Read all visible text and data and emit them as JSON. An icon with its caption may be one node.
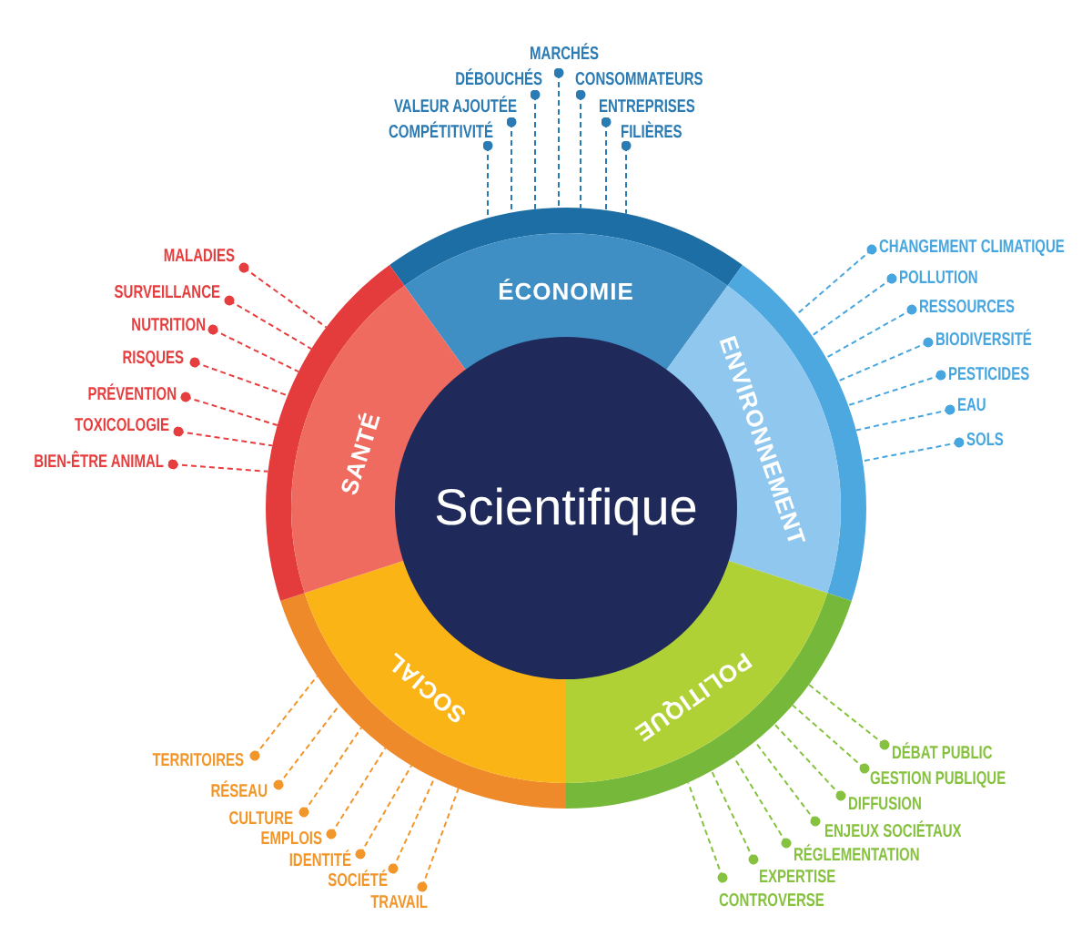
{
  "diagram": {
    "nodes": [
      {
        "text": [
          "Scientifique"
        ]
      },
      {
        "text": [
          "ÉCONOMIE"
        ]
      },
      {
        "text": [
          "ENVIRONNEMENT"
        ]
      },
      {
        "text": [
          "POLITIQUE"
        ]
      },
      {
        "text": [
          "SOCIAL"
        ]
      },
      {
        "text": [
          "SANTÉ"
        ]
      },
      {
        "text": [
          "MARCHÉS"
        ]
      },
      {
        "text": [
          "DÉBOUCHÉS"
        ]
      },
      {
        "text": [
          "CONSOMMATEURS"
        ]
      },
      {
        "text": [
          "VALEUR AJOUTÉE"
        ]
      },
      {
        "text": [
          "ENTREPRISES"
        ]
      },
      {
        "text": [
          "COMPÉTITIVITÉ"
        ]
      },
      {
        "text": [
          "FILIÈRES"
        ]
      },
      {
        "text": [
          "CHANGEMENT CLIMATIQUE"
        ]
      },
      {
        "text": [
          "POLLUTION"
        ]
      },
      {
        "text": [
          "RESSOURCES"
        ]
      },
      {
        "text": [
          "BIODIVERSITÉ"
        ]
      },
      {
        "text": [
          "PESTICIDES"
        ]
      },
      {
        "text": [
          "EAU"
        ]
      },
      {
        "text": [
          "SOLS"
        ]
      },
      {
        "text": [
          "DÉBAT PUBLIC"
        ]
      },
      {
        "text": [
          "GESTION PUBLIQUE"
        ]
      },
      {
        "text": [
          "DIFFUSION"
        ]
      },
      {
        "text": [
          "ENJEUX SOCIÉTAUX"
        ]
      },
      {
        "text": [
          "RÉGLEMENTATION"
        ]
      },
      {
        "text": [
          "EXPERTISE"
        ]
      },
      {
        "text": [
          "CONTROVERSE"
        ]
      },
      {
        "text": [
          "TERRITOIRES"
        ]
      },
      {
        "text": [
          "RÉSEAU"
        ]
      },
      {
        "text": [
          "CULTURE"
        ]
      },
      {
        "text": [
          "EMPLOIS"
        ]
      },
      {
        "text": [
          "IDENTITÉ"
        ]
      },
      {
        "text": [
          "SOCIÉTÉ"
        ]
      },
      {
        "text": [
          "TRAVAIL"
        ]
      },
      {
        "text": [
          "MALADIES"
        ]
      },
      {
        "text": [
          "SURVEILLANCE"
        ]
      },
      {
        "text": [
          "NUTRITION"
        ]
      },
      {
        "text": [
          "RISQUES"
        ]
      },
      {
        "text": [
          "PRÉVENTION"
        ]
      },
      {
        "text": [
          "TOXICOLOGIE"
        ]
      },
      {
        "text": [
          "BIEN-ÊTRE ANIMAL"
        ]
      }
    ],
    "edges": [
      {
        "from": 6,
        "to": 1,
        "arrow": "other",
        "style": "dashed",
        "color": "#2a7ab3"
      },
      {
        "from": 7,
        "to": 1,
        "arrow": "other",
        "style": "dashed",
        "color": "#2a7ab3"
      },
      {
        "from": 8,
        "to": 1,
        "arrow": "other",
        "style": "dashed",
        "color": "#2a7ab3"
      },
      {
        "from": 9,
        "to": 1,
        "arrow": "other",
        "style": "dashed",
        "color": "#2a7ab3"
      },
      {
        "from": 10,
        "to": 1,
        "arrow": "other",
        "style": "dashed",
        "color": "#2a7ab3"
      },
      {
        "from": 11,
        "to": 1,
        "arrow": "other",
        "style": "dashed",
        "color": "#2a7ab3"
      },
      {
        "from": 12,
        "to": 1,
        "arrow": "other",
        "style": "dashed",
        "color": "#2a7ab3"
      },
      {
        "from": 13,
        "to": 2,
        "arrow": "other",
        "style": "dashed",
        "color": "#47a6df"
      },
      {
        "from": 14,
        "to": 2,
        "arrow": "other",
        "style": "dashed",
        "color": "#47a6df"
      },
      {
        "from": 15,
        "to": 2,
        "arrow": "other",
        "style": "dashed",
        "color": "#47a6df"
      },
      {
        "from": 16,
        "to": 2,
        "arrow": "other",
        "style": "dashed",
        "color": "#47a6df"
      },
      {
        "from": 17,
        "to": 2,
        "arrow": "other",
        "style": "dashed",
        "color": "#47a6df"
      },
      {
        "from": 18,
        "to": 2,
        "arrow": "other",
        "style": "dashed",
        "color": "#47a6df"
      },
      {
        "from": 19,
        "to": 2,
        "arrow": "other",
        "style": "dashed",
        "color": "#47a6df"
      },
      {
        "from": 20,
        "to": 3,
        "arrow": "other",
        "style": "dashed",
        "color": "#86c23f"
      },
      {
        "from": 21,
        "to": 3,
        "arrow": "other",
        "style": "dashed",
        "color": "#86c23f"
      },
      {
        "from": 22,
        "to": 3,
        "arrow": "other",
        "style": "dashed",
        "color": "#86c23f"
      },
      {
        "from": 23,
        "to": 3,
        "arrow": "other",
        "style": "dashed",
        "color": "#86c23f"
      },
      {
        "from": 24,
        "to": 3,
        "arrow": "other",
        "style": "dashed",
        "color": "#86c23f"
      },
      {
        "from": 25,
        "to": 3,
        "arrow": "other",
        "style": "dashed",
        "color": "#86c23f"
      },
      {
        "from": 26,
        "to": 3,
        "arrow": "other",
        "style": "dashed",
        "color": "#86c23f"
      },
      {
        "from": 27,
        "to": 4,
        "arrow": "other",
        "style": "dashed",
        "color": "#f2962a"
      },
      {
        "from": 28,
        "to": 4,
        "arrow": "other",
        "style": "dashed",
        "color": "#f2962a"
      },
      {
        "from": 29,
        "to": 4,
        "arrow": "other",
        "style": "dashed",
        "color": "#f2962a"
      },
      {
        "from": 30,
        "to": 4,
        "arrow": "other",
        "style": "dashed",
        "color": "#f2962a"
      },
      {
        "from": 31,
        "to": 4,
        "arrow": "other",
        "style": "dashed",
        "color": "#f2962a"
      },
      {
        "from": 32,
        "to": 4,
        "arrow": "other",
        "style": "dashed",
        "color": "#f2962a"
      },
      {
        "from": 33,
        "to": 4,
        "arrow": "other",
        "style": "dashed",
        "color": "#f2962a"
      },
      {
        "from": 34,
        "to": 5,
        "arrow": "other",
        "style": "dashed",
        "color": "#e63e3e"
      },
      {
        "from": 35,
        "to": 5,
        "arrow": "other",
        "style": "dashed",
        "color": "#e63e3e"
      },
      {
        "from": 36,
        "to": 5,
        "arrow": "other",
        "style": "dashed",
        "color": "#e63e3e"
      },
      {
        "from": 37,
        "to": 5,
        "arrow": "other",
        "style": "dashed",
        "color": "#e63e3e"
      },
      {
        "from": 38,
        "to": 5,
        "arrow": "other",
        "style": "dashed",
        "color": "#e63e3e"
      },
      {
        "from": 39,
        "to": 5,
        "arrow": "other",
        "style": "dashed",
        "color": "#e63e3e"
      },
      {
        "from": 40,
        "to": 5,
        "arrow": "other",
        "style": "dashed",
        "color": "#e63e3e"
      }
    ]
  }
}
